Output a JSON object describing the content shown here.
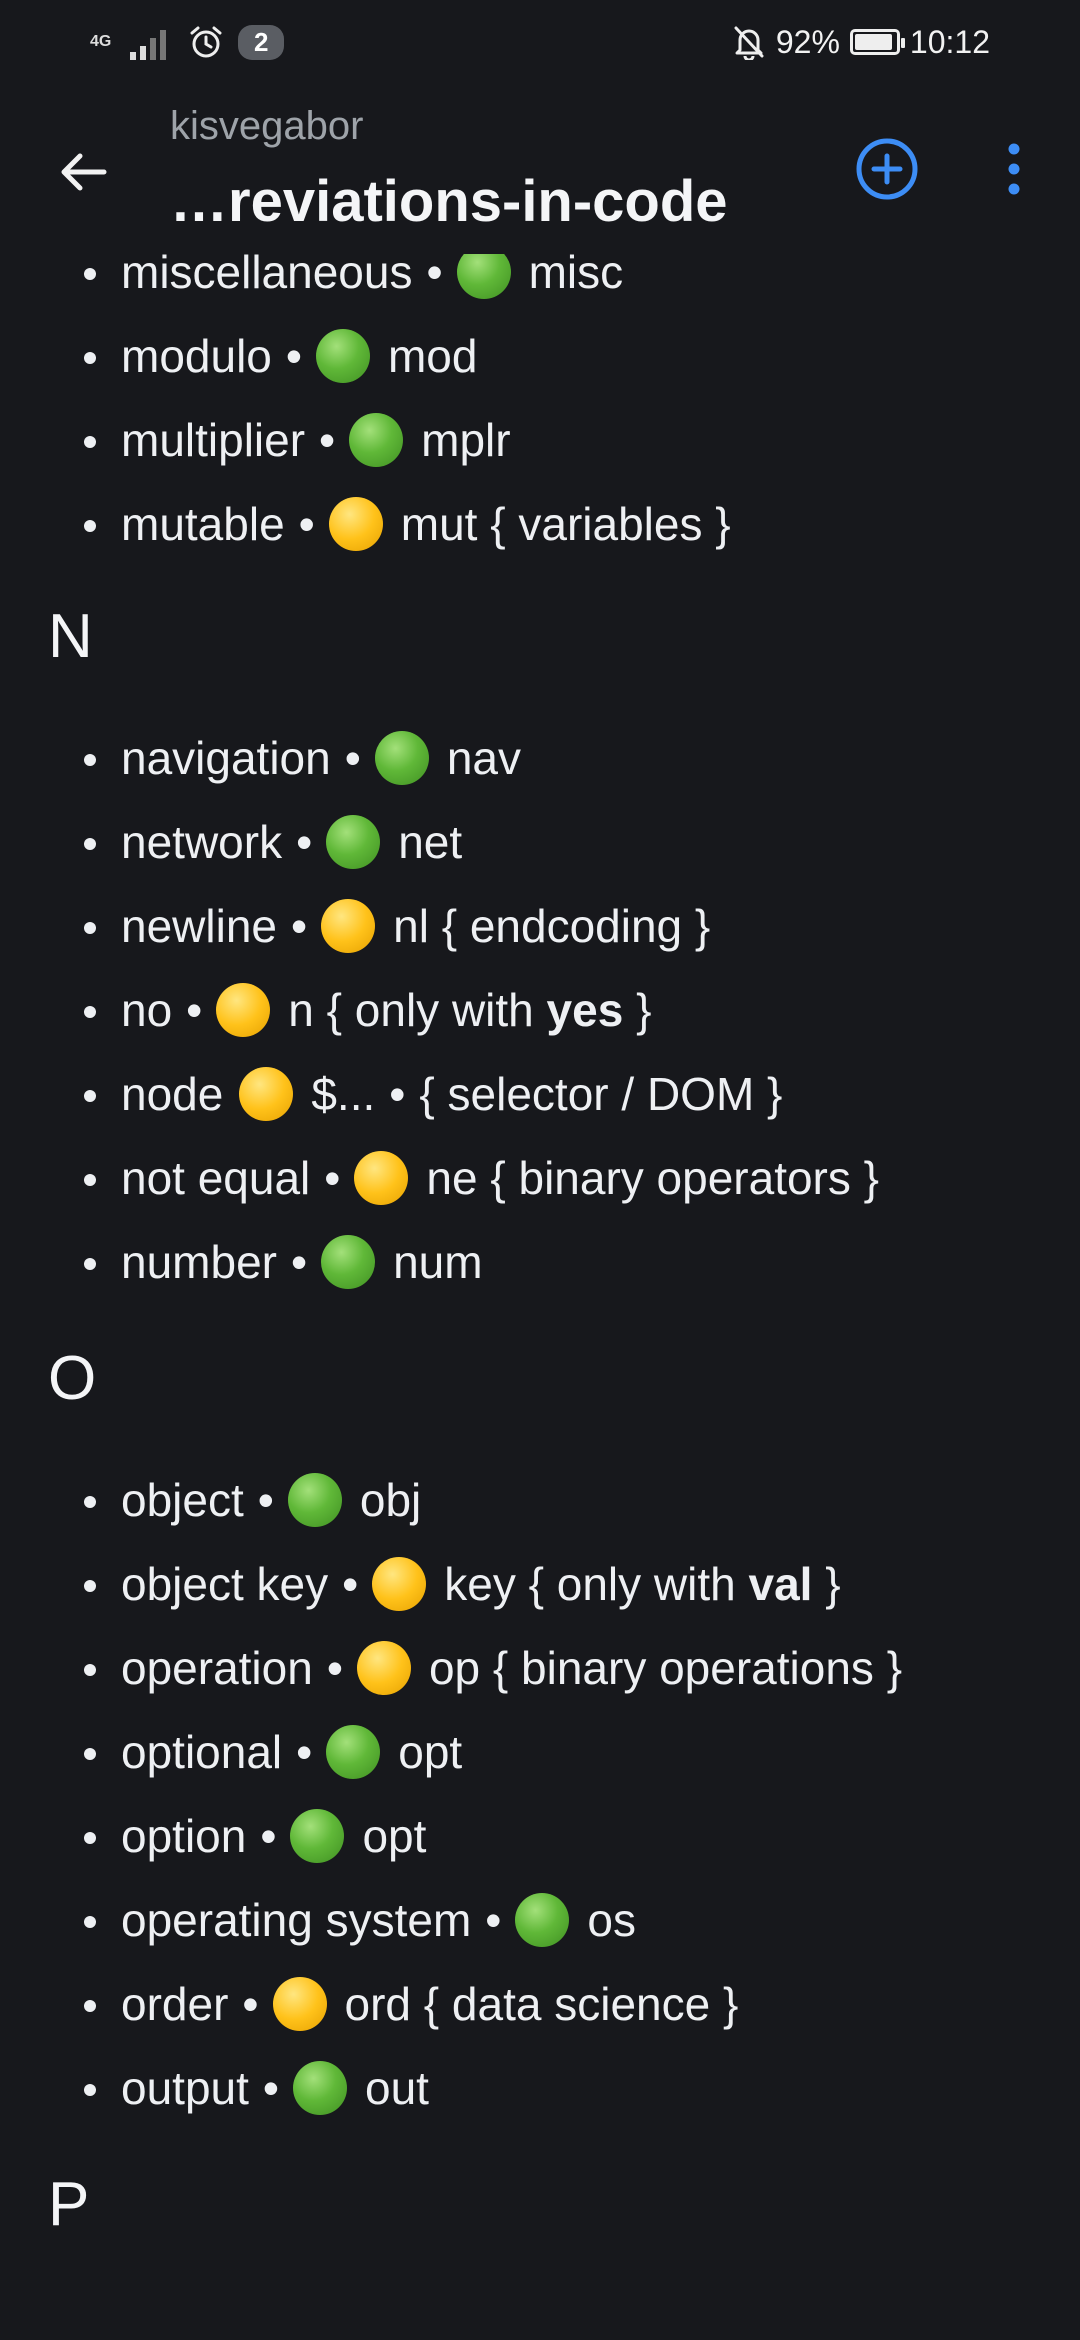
{
  "status_bar": {
    "network": "4G",
    "badge_count": "2",
    "battery_percent": "92%",
    "battery_level": 0.92,
    "time": "10:12",
    "icons": [
      "signal-icon",
      "alarm-icon",
      "notifications-off-icon",
      "battery-icon"
    ]
  },
  "header": {
    "owner": "kisvegabor",
    "repo": "…reviations-in-code",
    "actions": [
      "back-arrow-icon",
      "add-circle-icon",
      "more-vert-icon"
    ]
  },
  "sections": {
    "m": {
      "items": [
        {
          "term": "miscellaneous",
          "abbr": "misc"
        },
        {
          "term": "modulo",
          "abbr": "mod"
        },
        {
          "term": "multiplier",
          "abbr": "mplr"
        },
        {
          "term": "mutable",
          "abbr": "mut { variables }"
        }
      ]
    },
    "n": {
      "heading": "N",
      "items": [
        {
          "term": "navigation",
          "abbr": "nav"
        },
        {
          "term": "network",
          "abbr": "net"
        },
        {
          "term": "newline",
          "abbr": "nl { endcoding }"
        },
        {
          "term": "no",
          "abbr_pre": "n { only with ",
          "abbr_bold": "yes",
          "abbr_post": " }"
        },
        {
          "term": "node",
          "abbr": "$...",
          "note": "{ selector / DOM }"
        },
        {
          "term": "not equal",
          "abbr": "ne { binary operators }"
        },
        {
          "term": "number",
          "abbr": "num"
        }
      ]
    },
    "o": {
      "heading": "O",
      "items": [
        {
          "term": "object",
          "abbr": "obj"
        },
        {
          "term": "object key",
          "abbr_pre": "key { only with ",
          "abbr_bold": "val",
          "abbr_post": " }"
        },
        {
          "term": "operation",
          "abbr": "op { binary operations }"
        },
        {
          "term": "optional",
          "abbr": "opt"
        },
        {
          "term": "option",
          "abbr": "opt"
        },
        {
          "term": "operating system",
          "abbr": "os"
        },
        {
          "term": "order",
          "abbr": "ord { data science }"
        },
        {
          "term": "output",
          "abbr": "out"
        }
      ]
    },
    "p": {
      "heading": "P"
    }
  },
  "colors": {
    "background": "#17181c",
    "accent": "#3d8df5",
    "green_dot": "#60b838",
    "yellow_dot": "#ffc21a"
  },
  "sep": "•"
}
